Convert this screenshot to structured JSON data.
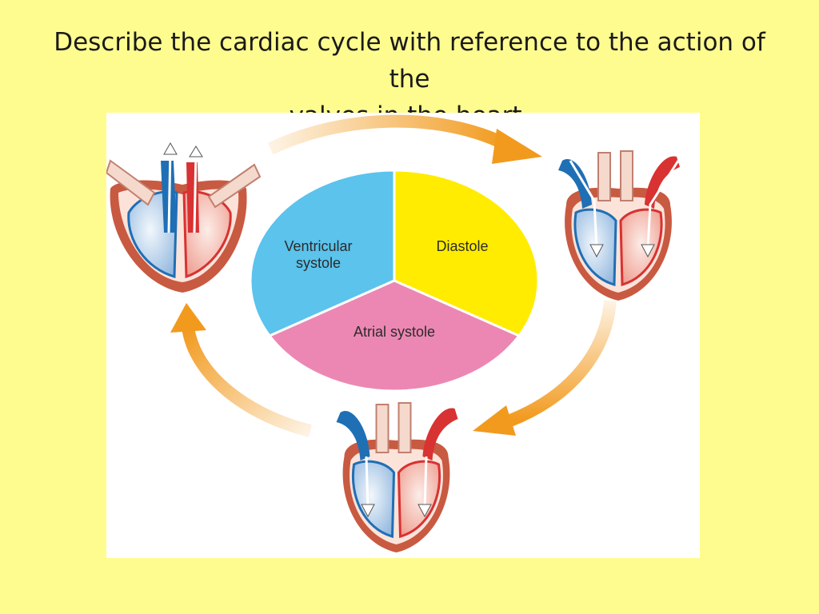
{
  "slide": {
    "title_line1": "Describe the cardiac cycle with reference to the action of the",
    "title_line2": "valves in the heart."
  },
  "diagram": {
    "phases": [
      {
        "label_line1": "Ventricular",
        "label_line2": "systole",
        "color": "#5BC3EC"
      },
      {
        "label_line1": "Diastole",
        "label_line2": "",
        "color": "#FFEC00"
      },
      {
        "label_line1": "Atrial systole",
        "label_line2": "",
        "color": "#EC87B3"
      }
    ],
    "colors": {
      "background": "#FFFC8F",
      "cycle_arrow": "#F29A1E",
      "heart_wall": "#C85A41",
      "deoxygenated": "#1F6FB5",
      "oxygenated": "#D83232",
      "vessel": "#F5D9CC"
    }
  }
}
